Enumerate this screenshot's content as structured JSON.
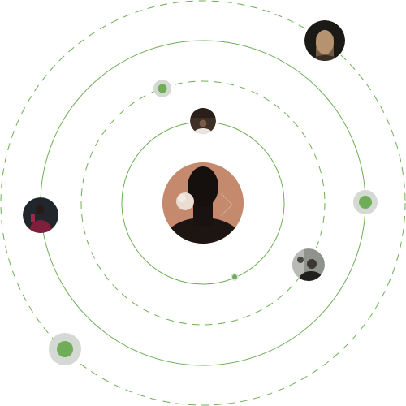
{
  "colors": {
    "orbit": "#6fae56",
    "dot": "#6fae56",
    "halo": "#d5d9d3",
    "background": "#ffffff"
  },
  "avatars": [
    {
      "name": "center-portrait",
      "icon": "woman-portrait-icon"
    },
    {
      "name": "avatar-top-small",
      "icon": "person-avatar-icon"
    },
    {
      "name": "avatar-top-right",
      "icon": "person-avatar-icon"
    },
    {
      "name": "avatar-left",
      "icon": "person-avatar-icon"
    },
    {
      "name": "avatar-bottom-right",
      "icon": "person-avatar-icon"
    }
  ],
  "dots": [
    {
      "name": "orbit-dot-upper-left",
      "icon": "green-dot-icon"
    },
    {
      "name": "orbit-dot-right",
      "icon": "green-dot-icon"
    },
    {
      "name": "orbit-dot-small",
      "icon": "green-dot-icon"
    },
    {
      "name": "orbit-dot-lower-left",
      "icon": "green-dot-icon"
    }
  ]
}
